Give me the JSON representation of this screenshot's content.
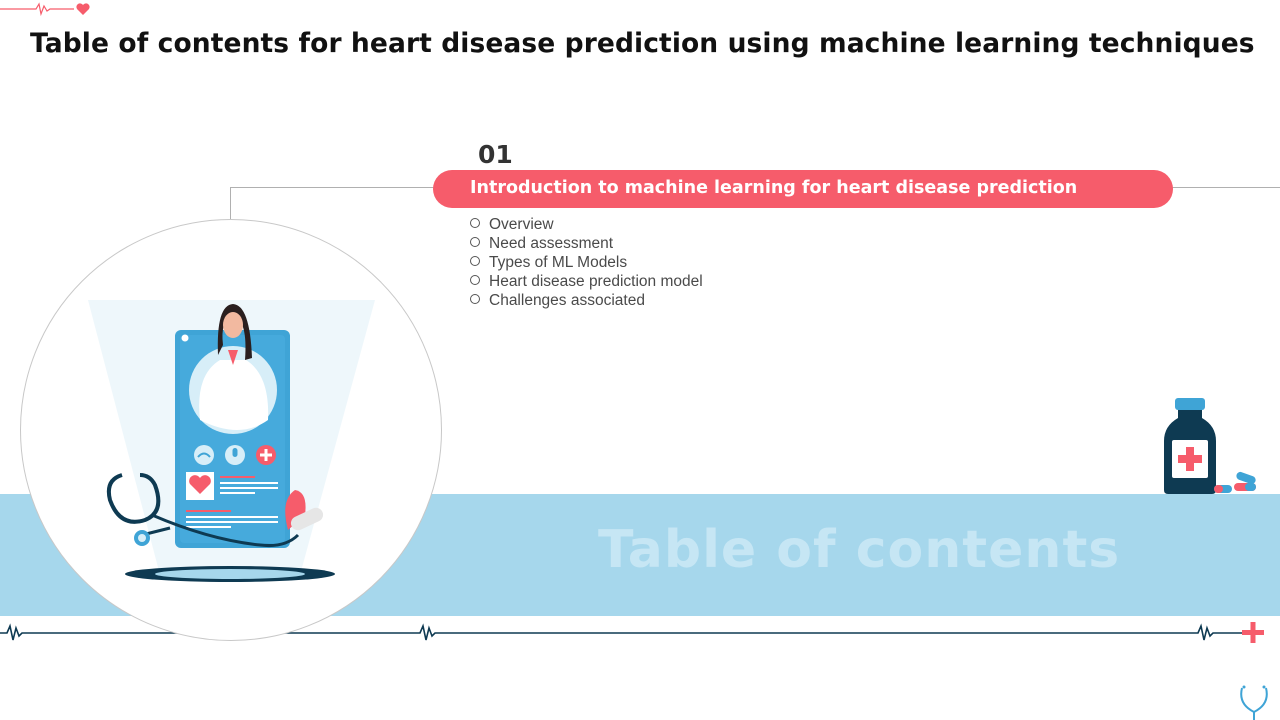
{
  "header": {
    "title": "Table of contents for heart disease prediction using machine learning techniques"
  },
  "section": {
    "number": "01",
    "heading": "Introduction to machine learning for heart disease prediction",
    "items": [
      {
        "label": "Overview"
      },
      {
        "label": "Need assessment"
      },
      {
        "label": "Types of ML Models"
      },
      {
        "label": "Heart disease prediction model"
      },
      {
        "label": "Challenges associated"
      }
    ]
  },
  "band": {
    "watermark": "Table of contents"
  },
  "colors": {
    "accent": "#f65c6b",
    "band": "#a6d7ec",
    "dark": "#0e3a52",
    "blue": "#3fa4d6"
  },
  "icons": [
    "heartbeat-line-icon",
    "doctor-phone-illustration",
    "medicine-bottle-icon",
    "pills-icon",
    "ecg-line-icon",
    "plus-icon",
    "stethoscope-icon"
  ]
}
